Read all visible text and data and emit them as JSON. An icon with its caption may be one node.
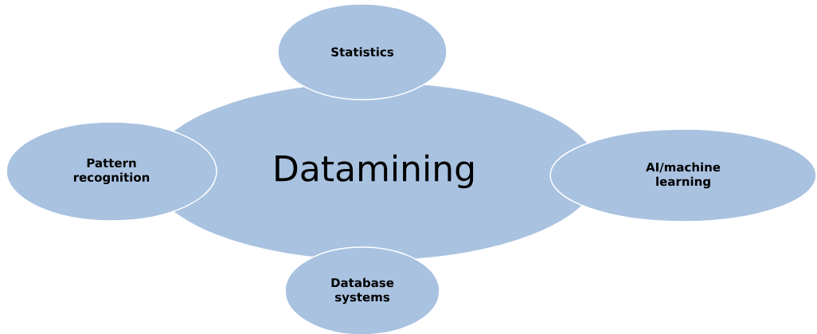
{
  "diagram": {
    "nodes": [
      {
        "text": [
          "Datamining"
        ]
      },
      {
        "text": [
          "Statistics"
        ]
      },
      {
        "text": [
          "Pattern recognition"
        ]
      },
      {
        "text": [
          "AI/machine learning"
        ]
      },
      {
        "text": [
          "Database systems"
        ]
      }
    ]
  }
}
